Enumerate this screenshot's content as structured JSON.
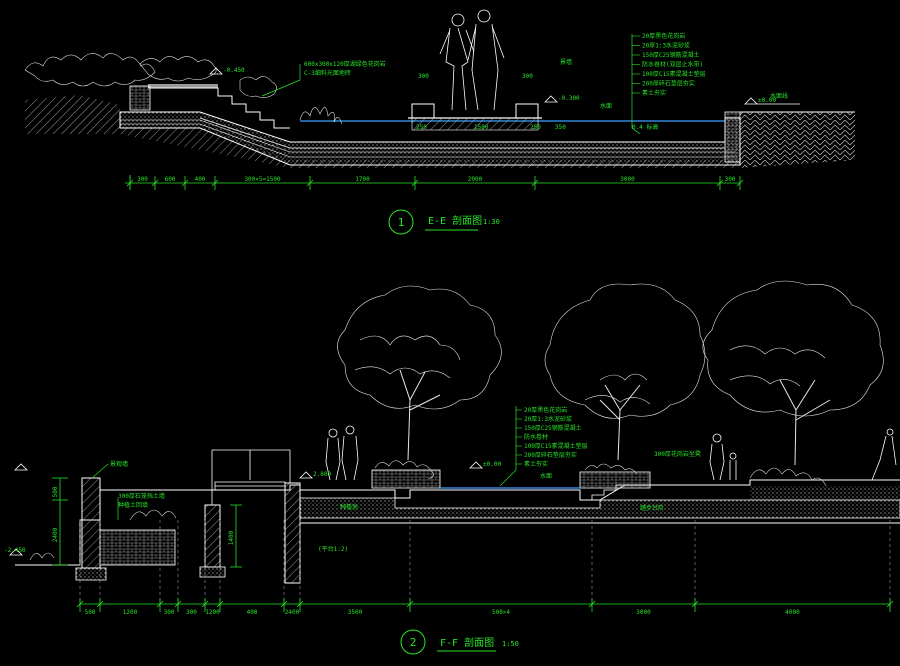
{
  "colors": {
    "background": "#000000",
    "line": "#ffffff",
    "dim": "#27e327",
    "note": "#27e327",
    "water": "#3aa0ff",
    "hatch": "#cfcfcf",
    "circle": "#27e327",
    "dash": "#cccccc"
  },
  "section1": {
    "number": "1",
    "title": "E-E 剖面图",
    "scale": "1:30",
    "notes_left": [
      "600x300x120厚湖绿色花岗岩",
      "C-3细料光面地砖"
    ],
    "notes_right": [
      "20厚黑色花岗岩",
      "20厚1:3水泥砂浆",
      "150厚C25钢筋混凝土",
      "防水卷材(双层止水带)",
      "100厚C15素混凝土垫层",
      "200厚碎石垫层夯实",
      "素土夯实"
    ],
    "label_pole": "景墙",
    "label_water": "水面",
    "label_water2": "水面线",
    "label_water_depth": "0.4  标高",
    "dims": [
      "300",
      "600",
      "400",
      "300×5=1500",
      "1700",
      "2000",
      "3000",
      "300"
    ],
    "small_dims": [
      "300",
      "300",
      "250",
      "1500",
      "250",
      "350"
    ],
    "elev_marks": [
      "±0.00",
      "-0.300",
      "-0.450"
    ]
  },
  "section2": {
    "number": "2",
    "title": "F-F 剖面图",
    "scale": "1:50",
    "notes_center": [
      "20厚黑色花岗岩",
      "20厚1:3水泥砂浆",
      "150厚C25钢筋混凝土",
      "防水卷材",
      "100厚C15素混凝土垫层",
      "200厚碎石垫层夯实",
      "素土夯实"
    ],
    "notes_left": [
      "景观墙",
      "300厚石笼挡土墙",
      "种植土回填"
    ],
    "note_right": "300厚花岗岩坐凳",
    "note_ground": "(平台1:2)",
    "label_water": "水面",
    "label_mid": "种植池",
    "label_steps": "踏步台阶",
    "dims": [
      "500",
      "1200",
      "300",
      "300",
      "1200",
      "400",
      "2400",
      "3500",
      "500×4",
      "3000",
      "4000"
    ],
    "vert_dims": [
      "500",
      "2400",
      "1400"
    ],
    "elev_marks": [
      "±0.00",
      "-2.450",
      "2.800"
    ]
  }
}
